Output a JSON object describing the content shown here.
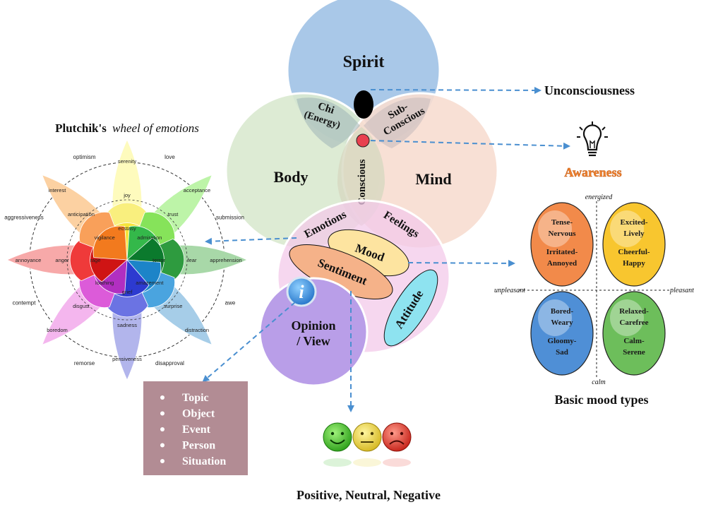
{
  "venn": {
    "spirit": "Spirit",
    "body": "Body",
    "mind": "Mind",
    "chi_line1": "Chi",
    "chi_line2": "(Energy)",
    "subconscious_line1": "Sub-",
    "subconscious_line2": "Conscious",
    "conscious": "Conscious",
    "unconsciousness": "Unconsciousness",
    "awareness": "Awareness",
    "colors": {
      "spirit": "#a9c8e8",
      "body": "#d9e9cf",
      "mind": "#f7ddd0",
      "emotion_oval": "#f3c9ea",
      "unconscious_dot": "#000000",
      "conscious_dot": "#e8414f",
      "awareness_text": "#f0822f",
      "arrow": "#4a8fd0"
    }
  },
  "affect": {
    "emotions": "Emotions",
    "feelings": "Feelings",
    "mood": "Mood",
    "sentiment": "Sentiment",
    "attitude": "Attitude",
    "opinion_line1": "Opinion",
    "opinion_line2": "/ View",
    "info_icon_letter": "i",
    "colors": {
      "mood": "#fde4a0",
      "sentiment": "#f5b289",
      "attitude": "#8ee3f0",
      "opinion": "#b99ee8"
    }
  },
  "plutchik": {
    "title_bold": "Plutchik's",
    "title_italic": "wheel of emotions",
    "petals": [
      {
        "outer": "serenity",
        "mid": "joy",
        "inner": "ecstasy",
        "colors": [
          "#fefbbd",
          "#f9ef7e",
          "#f6e43a"
        ]
      },
      {
        "outer": "acceptance",
        "mid": "trust",
        "inner": "admiration",
        "colors": [
          "#bdf4a8",
          "#86e35a",
          "#34b84a"
        ]
      },
      {
        "outer": "apprehension",
        "mid": "fear",
        "inner": "terror",
        "colors": [
          "#a8d8a8",
          "#2e9b3f",
          "#0b7a2d"
        ]
      },
      {
        "outer": "distraction",
        "mid": "surprise",
        "inner": "amazement",
        "colors": [
          "#a6cde8",
          "#4aa4df",
          "#1c84c8"
        ]
      },
      {
        "outer": "pensiveness",
        "mid": "sadness",
        "inner": "grief",
        "colors": [
          "#b2b5ec",
          "#6b73e3",
          "#2d3ad0"
        ]
      },
      {
        "outer": "boredom",
        "mid": "disgust",
        "inner": "loathing",
        "colors": [
          "#f4b6ee",
          "#dc5bd9",
          "#b12fc1"
        ]
      },
      {
        "outer": "annoyance",
        "mid": "anger",
        "inner": "rage",
        "colors": [
          "#f7a9a9",
          "#ef3a3a",
          "#cf1414"
        ]
      },
      {
        "outer": "interest",
        "mid": "anticipation",
        "inner": "vigilance",
        "colors": [
          "#fcd1a2",
          "#f9a05a",
          "#f27a1e"
        ]
      }
    ],
    "dyads": [
      "love",
      "submission",
      "awe",
      "disapproval",
      "remorse",
      "contempt",
      "aggressiveness",
      "optimism"
    ]
  },
  "opinion_targets": {
    "items": [
      "Topic",
      "Object",
      "Event",
      "Person",
      "Situation"
    ],
    "background": "#b28c94"
  },
  "sentiment_faces": {
    "caption": "Positive, Neutral, Negative",
    "colors": [
      "#3fbf2b",
      "#e8d33a",
      "#e23a2c"
    ]
  },
  "mood_types": {
    "axis_energized": "energized",
    "axis_calm": "calm",
    "axis_unpleasant": "unpleasant",
    "axis_pleasant": "pleasant",
    "caption": "Basic mood types",
    "quadrants": [
      {
        "top": "Tense-",
        "top2": "Nervous",
        "bottom": "Irritated-",
        "bottom2": "Annoyed",
        "color": "#f28a4a"
      },
      {
        "top": "Excited-",
        "top2": "Lively",
        "bottom": "Cheerful-",
        "bottom2": "Happy",
        "color": "#f8c62f"
      },
      {
        "top": "Bored-",
        "top2": "Weary",
        "bottom": "Gloomy-",
        "bottom2": "Sad",
        "color": "#4f8fd6"
      },
      {
        "top": "Relaxed-",
        "top2": "Carefree",
        "bottom": "Calm-",
        "bottom2": "Serene",
        "color": "#6dbe5b"
      }
    ]
  }
}
